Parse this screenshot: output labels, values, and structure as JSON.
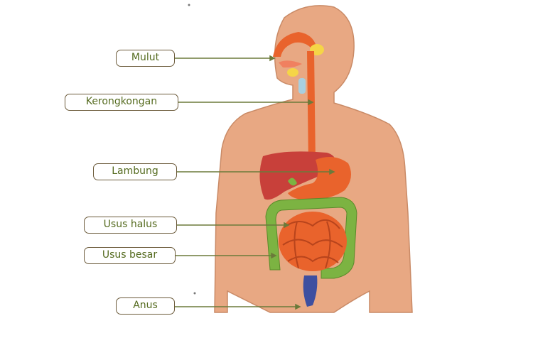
{
  "labels": {
    "mouth": "Mulut",
    "esophagus": "Kerongkongan",
    "stomach": "Lambung",
    "small_intestine": "Usus halus",
    "large_intestine": "Usus besar",
    "anus": "Anus"
  },
  "colors": {
    "skin": "#e8a883",
    "skin_outline": "#c98a66",
    "digestive_tract": "#e9632c",
    "liver": "#c8403a",
    "large_intestine": "#7cb342",
    "pancreas": "#f5d547",
    "rectum": "#3d4fa0",
    "label_text": "#556b1f",
    "pointer_line": "#6b7a3a"
  }
}
